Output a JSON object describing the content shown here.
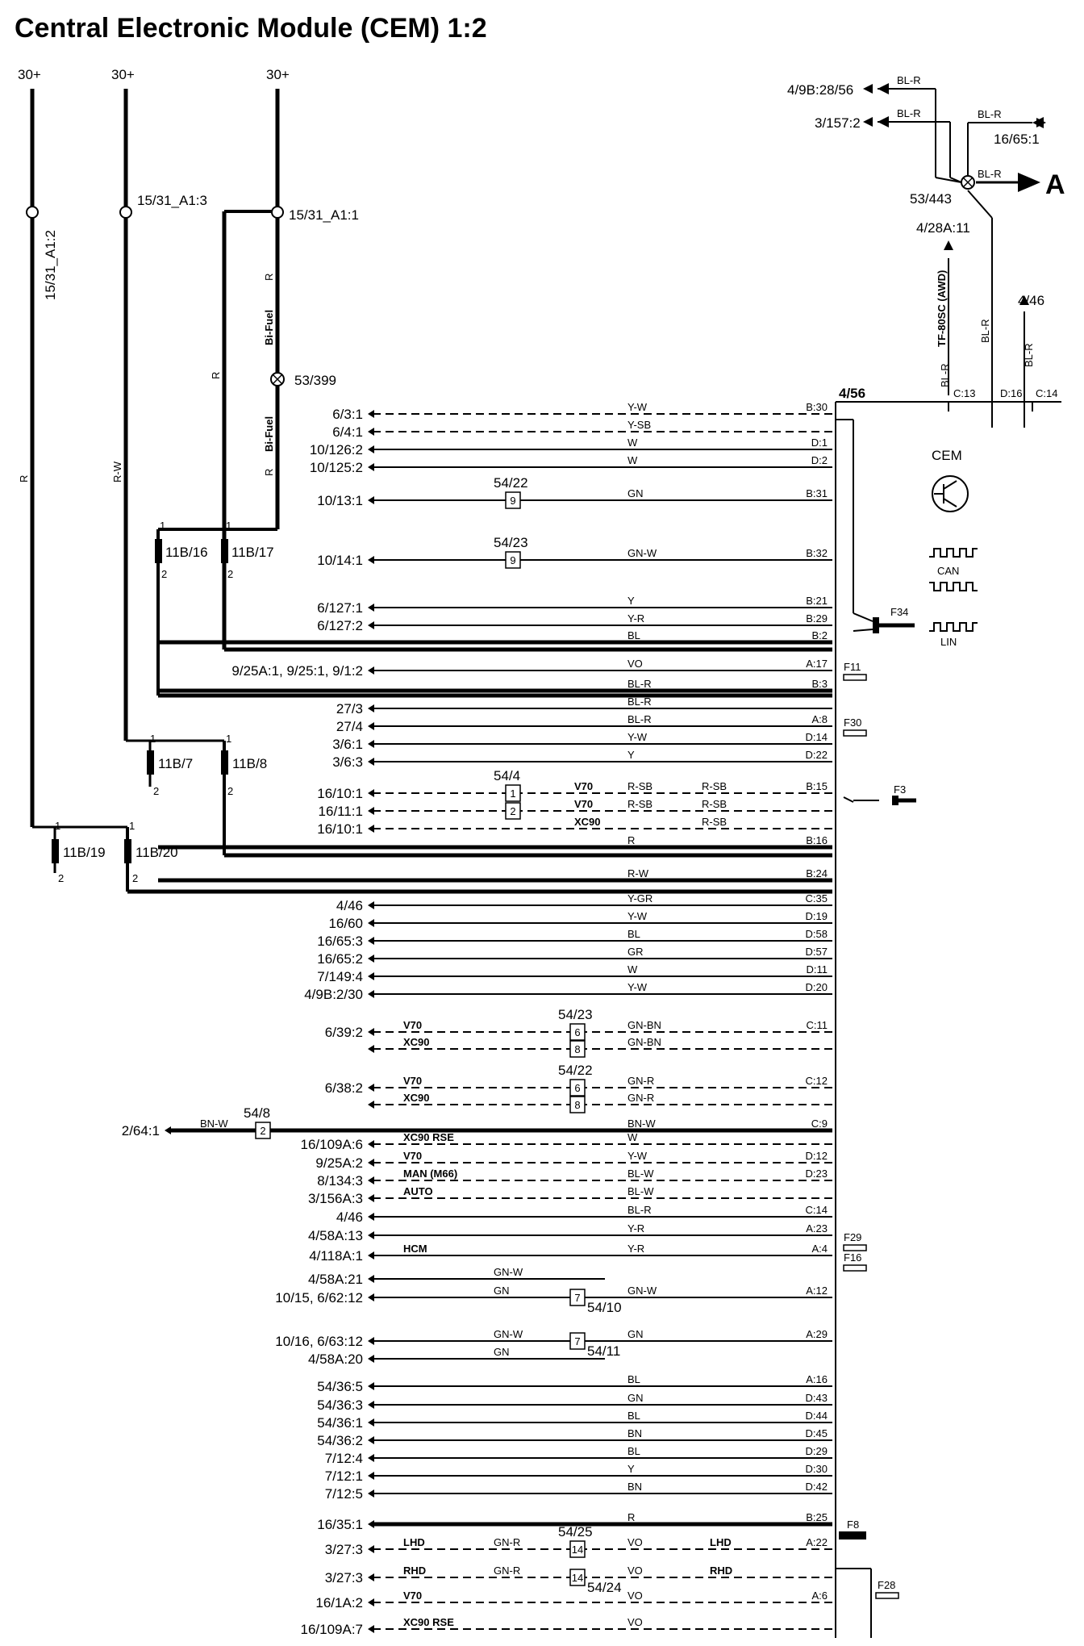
{
  "title": "Central Electronic Module (CEM) 1:2",
  "supplies": [
    "30+",
    "30+",
    "30+"
  ],
  "splices_top": {
    "left": "15/31_A1:2",
    "mid": "15/31_A1:3",
    "right": "15/31_A1:1"
  },
  "bifuel": {
    "label1": "Bi-Fuel",
    "label2": "Bi-Fuel",
    "wire_r": "R",
    "splice": "53/399"
  },
  "wire_colors_vertical": {
    "left": "R",
    "mid": "R-W",
    "right": "R"
  },
  "connector_4_56": "4/56",
  "cem": {
    "label": "CEM",
    "can": "CAN",
    "lin": "LIN"
  },
  "fuses": {
    "f34": "F34",
    "f11": "F11",
    "f30": "F30",
    "f3": "F3",
    "f29": "F29",
    "f16": "F16",
    "f8": "F8",
    "f28": "F28"
  },
  "top_right": {
    "r1": "4/9B:28/56",
    "r1c": "BL-R",
    "r2": "3/157:2",
    "r2c": "BL-R",
    "r3c": "BL-R",
    "r3": "16/65:1",
    "r4c": "BL-R",
    "a_label": "A",
    "splice": "53/443",
    "awd_dest": "4/28A:11",
    "awd": "TF-80SC (AWD)",
    "dest446": "4/46",
    "c13w": "BL-R",
    "d16w": "BL-R",
    "c14w": "BL-R",
    "c13": "C:13",
    "d16": "D:16",
    "c14": "C:14"
  },
  "connectors11b": [
    "11B/16",
    "11B/17",
    "11B/7",
    "11B/8",
    "11B/19",
    "11B/20"
  ],
  "pin_labels": {
    "one": "1",
    "two": "2"
  },
  "rows": [
    {
      "dest": "6/3:1",
      "color": "Y-W",
      "pin": "B:30"
    },
    {
      "dest": "6/4:1",
      "color": "Y-SB",
      "pin": ""
    },
    {
      "dest": "10/126:2",
      "color": "W",
      "pin": "D:1"
    },
    {
      "dest": "10/125:2",
      "color": "W",
      "pin": "D:2"
    },
    {
      "dest": "10/13:1",
      "color": "GN",
      "pin": "B:31",
      "box": "9",
      "boxlabel": "54/22"
    },
    {
      "dest": "10/14:1",
      "color": "GN-W",
      "pin": "B:32",
      "box": "9",
      "boxlabel": "54/23"
    },
    {
      "dest": "6/127:1",
      "color": "Y",
      "pin": "B:21"
    },
    {
      "dest": "6/127:2",
      "color": "Y-R",
      "pin": "B:29"
    },
    {
      "dest": "",
      "color": "BL",
      "pin": "B:2"
    },
    {
      "dest": "9/25A:1, 9/25:1, 9/1:2",
      "color": "VO",
      "pin": "A:17"
    },
    {
      "dest": "",
      "color": "BL-R",
      "pin": "B:3"
    },
    {
      "dest": "27/3",
      "color": "BL-R",
      "pin": ""
    },
    {
      "dest": "27/4",
      "color": "BL-R",
      "pin": "A:8"
    },
    {
      "dest": "3/6:1",
      "color": "Y-W",
      "pin": "D:14"
    },
    {
      "dest": "3/6:3",
      "color": "Y",
      "pin": "D:22"
    },
    {
      "dest": "16/10:1",
      "color": "R-SB",
      "color2": "R-SB",
      "pin": "B:15",
      "box": "1",
      "boxlabel": "54/4",
      "variant": "V70"
    },
    {
      "dest": "16/11:1",
      "color": "R-SB",
      "color2": "R-SB",
      "pin": "",
      "box": "2",
      "variant": "V70"
    },
    {
      "dest": "16/10:1",
      "color2": "R-SB",
      "pin": "",
      "variant": "XC90"
    },
    {
      "dest": "",
      "color": "R",
      "pin": "B:16"
    },
    {
      "dest": "",
      "color": "R-W",
      "pin": "B:24"
    },
    {
      "dest": "4/46",
      "color": "Y-GR",
      "pin": "C:35"
    },
    {
      "dest": "16/60",
      "color": "Y-W",
      "pin": "D:19"
    },
    {
      "dest": "16/65:3",
      "color": "BL",
      "pin": "D:58"
    },
    {
      "dest": "16/65:2",
      "color": "GR",
      "pin": "D:57"
    },
    {
      "dest": "7/149:4",
      "color": "W",
      "pin": "D:11"
    },
    {
      "dest": "4/9B:2/30",
      "color": "Y-W",
      "pin": "D:20"
    },
    {
      "dest": "6/39:2",
      "color": "GN-BN",
      "pin": "C:11",
      "box": "6",
      "boxlabel": "54/23",
      "variant": "V70"
    },
    {
      "dest": "",
      "color": "GN-BN",
      "pin": "",
      "box": "8",
      "variant": "XC90"
    },
    {
      "dest": "6/38:2",
      "color": "GN-R",
      "pin": "C:12",
      "box": "6",
      "boxlabel": "54/22",
      "variant": "V70"
    },
    {
      "dest": "",
      "color": "GN-R",
      "pin": "",
      "box": "8",
      "variant": "XC90"
    },
    {
      "dest": "2/64:1",
      "color": "BN-W",
      "color0": "BN-W",
      "pin": "C:9",
      "box": "2",
      "boxlabel": "54/8"
    },
    {
      "dest": "16/109A:6",
      "color": "W",
      "pin": "",
      "variant": "XC90 RSE"
    },
    {
      "dest": "9/25A:2",
      "color": "Y-W",
      "pin": "D:12",
      "variant": "V70"
    },
    {
      "dest": "8/134:3",
      "color": "BL-W",
      "pin": "D:23",
      "variant": "MAN (M66)"
    },
    {
      "dest": "3/156A:3",
      "color": "BL-W",
      "pin": "",
      "variant": "AUTO"
    },
    {
      "dest": "4/46",
      "color": "BL-R",
      "pin": "C:14"
    },
    {
      "dest": "4/58A:13",
      "color": "Y-R",
      "pin": "A:23"
    },
    {
      "dest": "4/118A:1",
      "color": "Y-R",
      "pin": "A:4",
      "variant": "HCM"
    },
    {
      "dest": "4/58A:21",
      "color0": "GN-W",
      "pin": ""
    },
    {
      "dest": "10/15, 6/62:12",
      "color0": "GN",
      "color": "GN-W",
      "pin": "A:12",
      "box": "7",
      "boxlabel": "54/10"
    },
    {
      "dest": "10/16, 6/63:12",
      "color0": "GN-W",
      "color": "GN",
      "pin": "A:29",
      "box": "7",
      "boxlabel": "54/11"
    },
    {
      "dest": "4/58A:20",
      "color0": "GN",
      "pin": ""
    },
    {
      "dest": "54/36:5",
      "color": "BL",
      "pin": "A:16"
    },
    {
      "dest": "54/36:3",
      "color": "GN",
      "pin": "D:43"
    },
    {
      "dest": "54/36:1",
      "color": "BL",
      "pin": "D:44"
    },
    {
      "dest": "54/36:2",
      "color": "BN",
      "pin": "D:45"
    },
    {
      "dest": "7/12:4",
      "color": "BL",
      "pin": "D:29"
    },
    {
      "dest": "7/12:1",
      "color": "Y",
      "pin": "D:30"
    },
    {
      "dest": "7/12:5",
      "color": "BN",
      "pin": "D:42"
    },
    {
      "dest": "16/35:1",
      "color": "R",
      "pin": "B:25"
    },
    {
      "dest": "3/27:3",
      "color0": "GN-R",
      "color": "VO",
      "pin": "A:22",
      "box": "14",
      "boxlabel": "54/25",
      "variant": "LHD",
      "variant2": "LHD"
    },
    {
      "dest": "3/27:3",
      "color0": "GN-R",
      "color": "VO",
      "pin": "",
      "box": "14",
      "boxlabel": "54/24",
      "variant": "RHD",
      "variant2": "RHD"
    },
    {
      "dest": "16/1A:2",
      "color": "VO",
      "pin": "A:6",
      "variant": "V70"
    },
    {
      "dest": "16/109A:7",
      "color": "VO",
      "pin": "",
      "variant": "XC90 RSE"
    }
  ]
}
